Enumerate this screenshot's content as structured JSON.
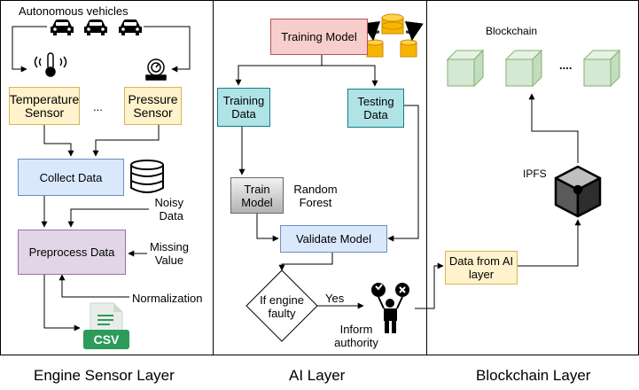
{
  "sensor_layer": {
    "vehicles_label": "Autonomous vehicles",
    "temperature_sensor": "Temperature Sensor",
    "pressure_sensor": "Pressure Sensor",
    "ellipsis": "...",
    "collect_data": "Collect Data",
    "noisy_data": "Noisy Data",
    "preprocess_data": "Preprocess Data",
    "missing_value": "Missing Value",
    "normalization": "Normalization",
    "csv_label": "CSV",
    "title": "Engine Sensor Layer"
  },
  "ai_layer": {
    "training_model": "Training Model",
    "training_data": "Training Data",
    "testing_data": "Testing Data",
    "train_model": "Train Model",
    "random_forest": "Random Forest",
    "validate_model": "Validate Model",
    "decision": "If engine faulty",
    "yes_label": "Yes",
    "inform_authority": "Inform authority",
    "title": "AI Layer"
  },
  "blockchain_layer": {
    "blockchain_label": "Blockchain",
    "ellipsis": "....",
    "ipfs_label": "IPFS",
    "data_from_ai": "Data from AI layer",
    "title": "Blockchain Layer"
  },
  "colors": {
    "sensor_fill": "#fff2cc",
    "sensor_stroke": "#d6b656",
    "collect_fill": "#dae8fc",
    "collect_stroke": "#6c8ebf",
    "preprocess_fill": "#e1d5e7",
    "preprocess_stroke": "#9673a6",
    "training_model_fill": "#f8cecc",
    "training_model_stroke": "#b85450",
    "data_fill": "#b0e3e6",
    "data_stroke": "#0e8088",
    "train_fill": "#d9d9d9",
    "train_stroke": "#666666",
    "blockchain_cube": "#d5e8d4",
    "blockchain_cube_stroke": "#82b366",
    "csv_green": "#2d9b5a"
  }
}
